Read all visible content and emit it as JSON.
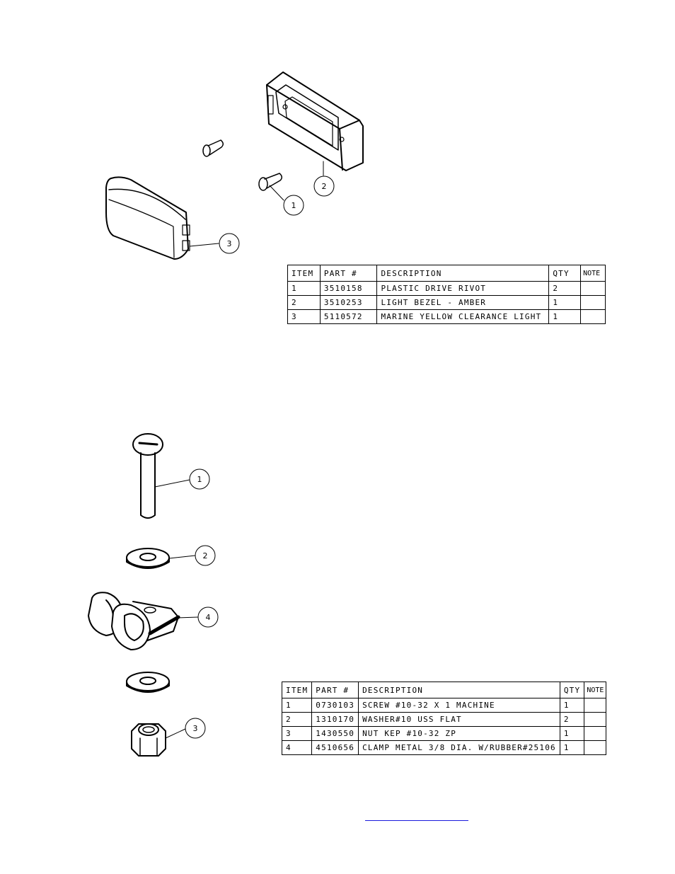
{
  "assembly1": {
    "callouts": [
      "1",
      "2",
      "3"
    ],
    "table": {
      "headers": [
        "ITEM",
        "PART #",
        "DESCRIPTION",
        "QTY",
        "NOTE"
      ],
      "rows": [
        [
          "1",
          "3510158",
          "PLASTIC DRIVE RIVOT",
          "2",
          ""
        ],
        [
          "2",
          "3510253",
          "LIGHT BEZEL - AMBER",
          "1",
          ""
        ],
        [
          "3",
          "5110572",
          "MARINE YELLOW CLEARANCE LIGHT",
          "1",
          ""
        ]
      ]
    }
  },
  "assembly2": {
    "callouts": [
      "1",
      "2",
      "4",
      "3"
    ],
    "table": {
      "headers": [
        "ITEM",
        "PART #",
        "DESCRIPTION",
        "QTY",
        "NOTE"
      ],
      "rows": [
        [
          "1",
          "0730103",
          "SCREW #10-32 X 1 MACHINE",
          "1",
          ""
        ],
        [
          "2",
          "1310170",
          "WASHER#10 USS FLAT",
          "2",
          ""
        ],
        [
          "3",
          "1430550",
          "NUT KEP #10-32 ZP",
          "1",
          ""
        ],
        [
          "4",
          "4510656",
          "CLAMP METAL 3/8 DIA. W/RUBBER#25106",
          "1",
          ""
        ]
      ]
    }
  }
}
